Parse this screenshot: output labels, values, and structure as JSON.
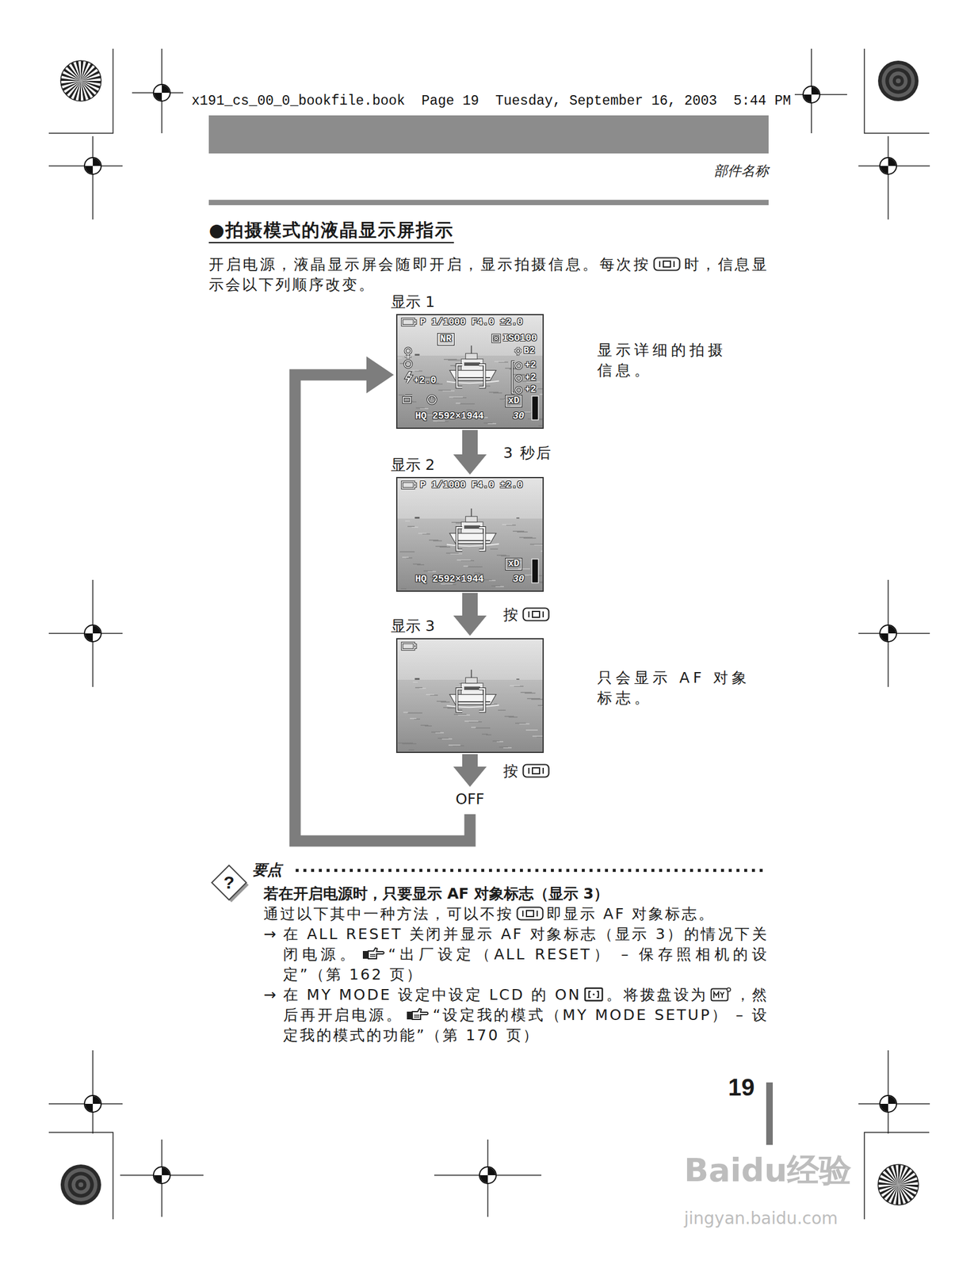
{
  "diagram": {
    "title": "●拍摄模式的液晶显示屏指示",
    "nodes": [
      {
        "text": [
          "显示 1",
          "P 1/1000 F4.0 ±2.0",
          "NR",
          "ISO100",
          "B2",
          "+2",
          "+2",
          "+2",
          "+2.0",
          "xD",
          "HQ 2592×1944",
          "30"
        ]
      },
      {
        "text": [
          "显示 2",
          "P 1/1000 F4.0 ±2.0",
          "xD",
          "HQ 2592×1944",
          "30"
        ]
      },
      {
        "text": [
          "显示 3"
        ]
      },
      {
        "text": [
          "OFF"
        ]
      }
    ],
    "edges": [
      {
        "from": 0,
        "to": 1,
        "arrow": "to",
        "label": "3 秒后"
      },
      {
        "from": 1,
        "to": 2,
        "arrow": "to",
        "label": "按"
      },
      {
        "from": 2,
        "to": 3,
        "arrow": "to",
        "label": "按"
      },
      {
        "from": 3,
        "to": 0,
        "arrow": "to"
      }
    ],
    "labels": [
      "x191_cs_00_0_bookfile.book  Page 19  Tuesday, September 16, 2003  5:44 PM",
      "部件名称",
      "开启电源，液晶显示屏会随即开启，显示拍摄信息。每次按",
      "时，信息显示会以下列顺序改变。",
      "显示详细的拍摄信息。",
      "只会显示 AF 对象标志。",
      "?",
      "要点",
      "若在开启电源时，只要显示 AF 对象标志（显示 3）",
      "通过以下其中一种方法，可以不按",
      "即显示 AF 对象标志。",
      "→",
      "在 ALL RESET 关闭并显示 AF 对象标志（显示 3）的情况下关闭电源。",
      "“出厂设定（ALL RESET） – 保存照相机的设定”（第 162 页）",
      "→",
      "在 MY MODE 设定中设定 LCD 的 ON",
      "。将拨盘设为",
      "，然后再开启电源。",
      "“设定我的模式（MY MODE SETUP） – 设定我的模式的功能”（第 170 页）",
      "19",
      "Baidu经验",
      "jingyan.baidu.com"
    ]
  }
}
